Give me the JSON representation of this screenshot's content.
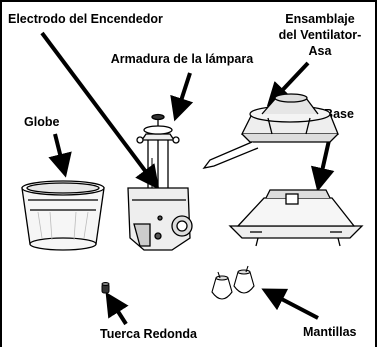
{
  "labels": {
    "igniter": "Electrodo del Encendedor",
    "fan_line1": "Ensamblaje",
    "fan_line2": "del Ventilator-",
    "fan_line3": "Asa",
    "frame": "Armadura de la lámpara",
    "globe": "Globe",
    "base": "Base",
    "nut": "Tuerca Redonda",
    "mantles": "Mantillas"
  }
}
